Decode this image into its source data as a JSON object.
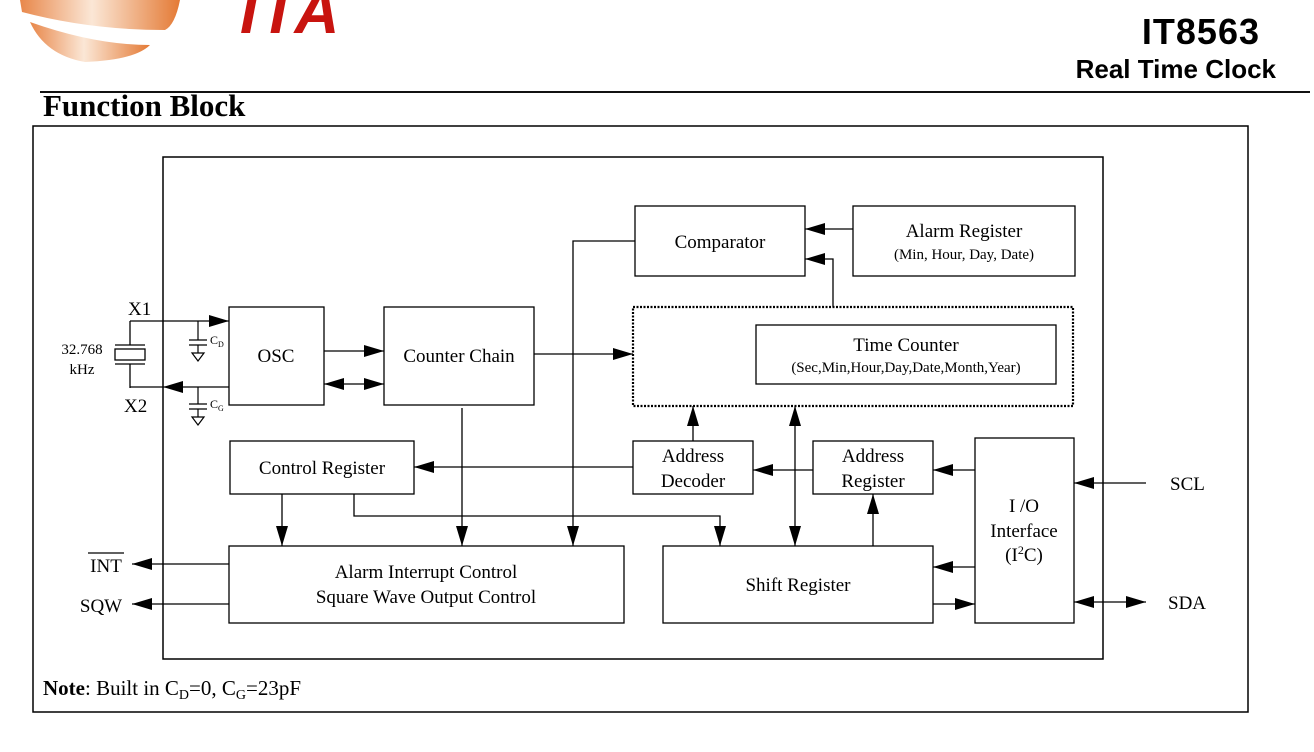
{
  "header": {
    "logo_text": "ITA",
    "title": "IT8563",
    "subtitle": "Real Time Clock",
    "brand_colors": {
      "logo_red": "#c8140f",
      "logo_orange": "#e8874a"
    }
  },
  "section": {
    "title": "Function Block"
  },
  "diagram": {
    "crystal": {
      "freq_line1": "32.768",
      "freq_line2": "kHz"
    },
    "pins": {
      "x1": "X1",
      "x2": "X2",
      "int": "INT",
      "sqw": "SQW",
      "scl": "SCL",
      "sda": "SDA"
    },
    "capacitors": {
      "cd": {
        "main": "C",
        "sub": "D"
      },
      "cg": {
        "main": "C",
        "sub": "G"
      }
    },
    "blocks": {
      "osc": "OSC",
      "counter_chain": "Counter Chain",
      "comparator": "Comparator",
      "alarm_register": {
        "line1": "Alarm Register",
        "line2": "(Min, Hour, Day, Date)"
      },
      "time_counter": {
        "line1": "Time Counter",
        "line2": "(Sec,Min,Hour,Day,Date,Month,Year)"
      },
      "control_register": "Control Register",
      "address_decoder": {
        "line1": "Address",
        "line2": "Decoder"
      },
      "address_register": {
        "line1": "Address",
        "line2": "Register"
      },
      "io_interface": {
        "line1": "I /O",
        "line2": "Interface",
        "line3_prefix": "(I",
        "line3_sup": "2",
        "line3_suffix": "C)"
      },
      "alarm_interrupt": {
        "line1": "Alarm Interrupt Control",
        "line2": "Square Wave Output Control"
      },
      "shift_register": "Shift Register"
    },
    "note": {
      "label": "Note",
      "text_prefix": ": Built in C",
      "cd_sub": "D",
      "mid": "=0, C",
      "cg_sub": "G",
      "suffix": "=23pF"
    }
  }
}
